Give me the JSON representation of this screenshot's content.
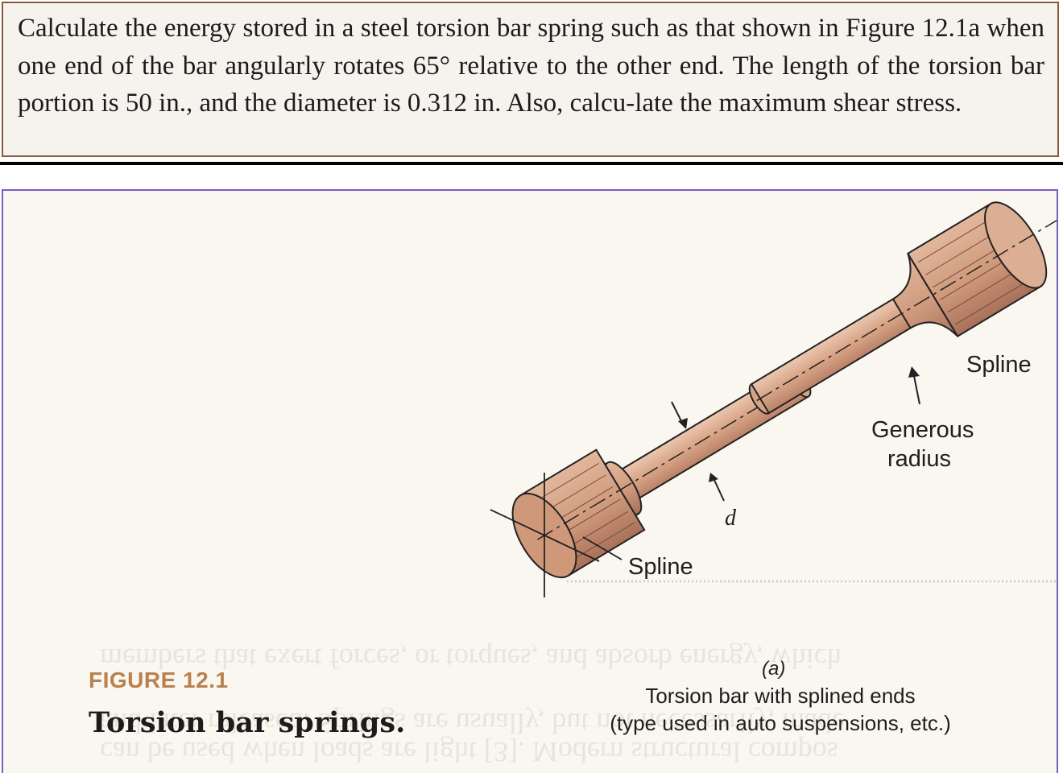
{
  "problem": {
    "text": "Calculate the energy stored in a steel torsion bar spring such as that shown in Figure 12.1a when one end of the bar angularly rotates 65° relative to the other end. The length of the torsion bar portion is 50 in., and the diameter is 0.312 in. Also, calcu-late the maximum shear stress."
  },
  "figure": {
    "label": "FIGURE 12.1",
    "caption": "Torsion bar springs.",
    "sublabel": "(a)",
    "subcaption_line1": "Torsion bar with splined ends",
    "subcaption_line2": "(type used in auto suspensions, etc.)",
    "annotations": {
      "spline_right": "Spline",
      "generous_line1": "Generous",
      "generous_line2": "radius",
      "diameter": "d",
      "spline_left": "Spline"
    }
  },
  "colors": {
    "border_problem": "#8a5a3a",
    "border_figure": "#7a5cc2",
    "bar_fill": "#d9a88c",
    "figure_label": "#b9814f"
  }
}
